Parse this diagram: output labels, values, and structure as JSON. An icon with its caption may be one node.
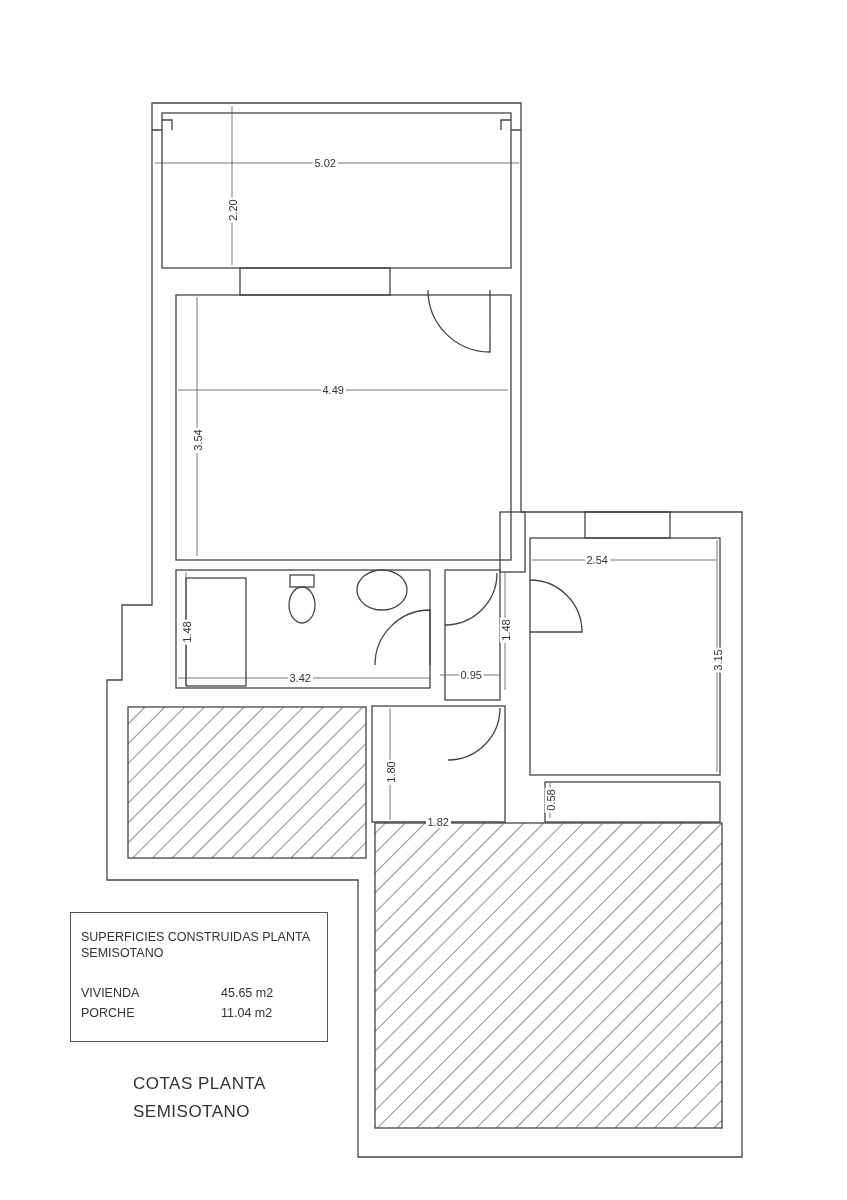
{
  "diagram": {
    "title": "COTAS PLANTA SEMISOTANO",
    "nodes": [
      {
        "text": [
          "SUPERFICIES CONSTRUIDAS PLANTA SEMISOTANO",
          "VIVIENDA",
          "45.65 m2",
          "PORCHE",
          "11.04 m2"
        ]
      }
    ],
    "labels": [
      "5.02",
      "2.20",
      "4.49",
      "3.54",
      "2.54",
      "1.48",
      "1.48",
      "3.15",
      "3.42",
      "0.95",
      "1.80",
      "0.58",
      "1.82"
    ]
  }
}
